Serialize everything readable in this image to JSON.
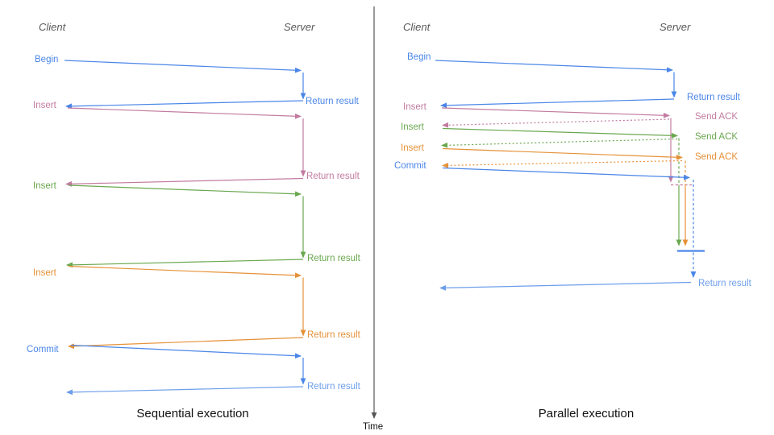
{
  "headers": {
    "client": "Client",
    "server": "Server"
  },
  "time_axis": {
    "label": "Time"
  },
  "colors": {
    "blue": "#4a86e8",
    "lblue": "#6d9eeb",
    "pink": "#c27ba0",
    "green": "#6aa84f",
    "orange": "#e69138",
    "axis": "#555555",
    "header": "#595959"
  },
  "sequential": {
    "caption": "Sequential execution",
    "steps": [
      {
        "request": "Begin",
        "response": "Return result"
      },
      {
        "request": "Insert",
        "response": "Return result"
      },
      {
        "request": "Insert",
        "response": "Return result"
      },
      {
        "request": "Insert",
        "response": "Return result"
      },
      {
        "request": "Commit",
        "response": "Return result"
      }
    ]
  },
  "parallel": {
    "caption": "Parallel execution",
    "steps": [
      {
        "request": "Begin",
        "response": "Return result"
      },
      {
        "request": "Insert",
        "response": "Send ACK"
      },
      {
        "request": "Insert",
        "response": "Send ACK"
      },
      {
        "request": "Insert",
        "response": "Send ACK"
      },
      {
        "request": "Commit",
        "response": "Return result"
      }
    ]
  }
}
